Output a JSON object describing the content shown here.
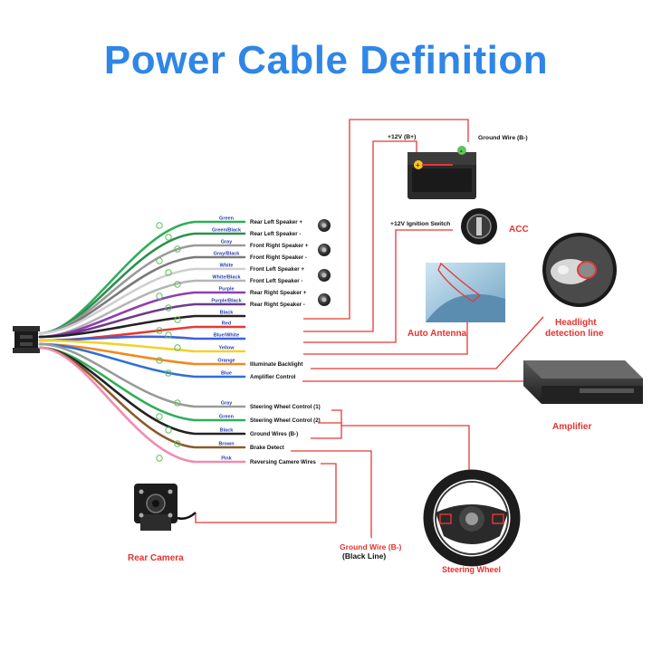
{
  "title": "Power Cable Definition",
  "wires": [
    {
      "color": "Green",
      "function": "Rear Left Speaker +",
      "hex": "#2fae5a"
    },
    {
      "color": "Green/Black",
      "function": "Rear Left Speaker -",
      "hex": "#2a8f4e"
    },
    {
      "color": "Gray",
      "function": "Front Right Speaker +",
      "hex": "#9a9a9a"
    },
    {
      "color": "Gray/Black",
      "function": "Front Right Speaker -",
      "hex": "#7b7b7b"
    },
    {
      "color": "White",
      "function": "Front Left Speaker +",
      "hex": "#cfcfcf"
    },
    {
      "color": "White/Black",
      "function": "Front Left Speaker -",
      "hex": "#b5b5b5"
    },
    {
      "color": "Purple",
      "function": "Rear Right Speaker +",
      "hex": "#8e3fb0"
    },
    {
      "color": "Purple/Black",
      "function": "Rear Right Speaker -",
      "hex": "#6e3a8a"
    },
    {
      "color": "Black",
      "function": "",
      "hex": "#222222"
    },
    {
      "color": "Red",
      "function": "",
      "hex": "#e53935"
    },
    {
      "color": "Blue/White",
      "function": "",
      "hex": "#3d63d8"
    },
    {
      "color": "Yellow",
      "function": "",
      "hex": "#f2d22a"
    },
    {
      "color": "Orange",
      "function": "Illuminate Backlight",
      "hex": "#f08a1e"
    },
    {
      "color": "Blue",
      "function": "Amplifier Control",
      "hex": "#2f6fd6"
    },
    {
      "color": "Gray",
      "function": "Steering Wheel Control (1)",
      "hex": "#9a9a9a"
    },
    {
      "color": "Green",
      "function": "Steering Wheel Control (2)",
      "hex": "#2fae5a"
    },
    {
      "color": "Black",
      "function": "Ground Wires (B-)",
      "hex": "#222222"
    },
    {
      "color": "Brown",
      "function": "Brake Detect",
      "hex": "#8b5a2b"
    },
    {
      "color": "Pink",
      "function": "Reversing Camere Wires",
      "hex": "#f28bb0"
    }
  ],
  "labels": {
    "battery_pos": "+12V  (B+)",
    "battery_neg": "Ground Wire (B-)",
    "ignition": "+12V  Ignition Switch",
    "acc": "ACC",
    "auto_antenna": "Auto Antenna",
    "headlight_1": "Headlight",
    "headlight_2": "detection line",
    "amplifier": "Amplifier",
    "rear_camera": "Rear Camera",
    "ground_1": "Ground Wire (B-)",
    "ground_2": "(Black Line)",
    "steering_wheel": "Steering Wheel"
  },
  "colors": {
    "title": "#2f86e6",
    "accent_red": "#e5322d",
    "wire_color_text": "#2a3fb0"
  }
}
